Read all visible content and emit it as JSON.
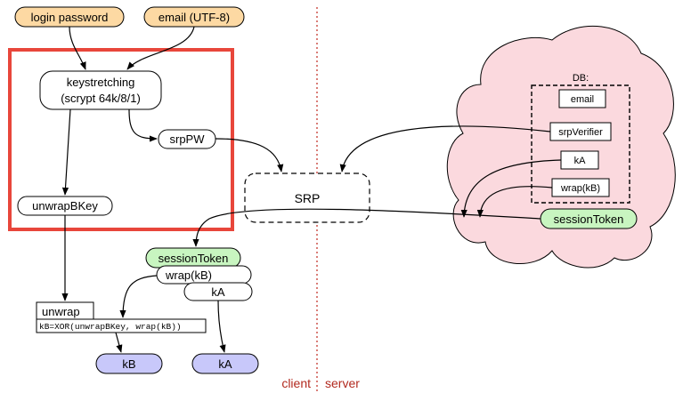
{
  "inputs": {
    "login_password": "login password",
    "email_utf8": "email (UTF-8)"
  },
  "client": {
    "keystretching_line1": "keystretching",
    "keystretching_line2": "(scrypt 64k/8/1)",
    "srp_pw": "srpPW",
    "unwrap_bkey": "unwrapBKey",
    "session_token": "sessionToken",
    "wrap_kb": "wrap(kB)",
    "ka": "kA",
    "unwrap_title": "unwrap",
    "unwrap_formula": "kB=XOR(unwrapBKey, wrap(kB))",
    "kb_out": "kB",
    "ka_out": "kA"
  },
  "protocol": {
    "srp": "SRP"
  },
  "server": {
    "db_label": "DB:",
    "db_fields": [
      "email",
      "srpVerifier",
      "kA",
      "wrap(kB)"
    ],
    "session_token": "sessionToken"
  },
  "divider": {
    "client_label": "client",
    "server_label": "server"
  },
  "colors": {
    "input_fill": "#fdd9a3",
    "token_fill": "#c8f5c0",
    "output_fill": "#c8c8fa",
    "cloud_fill": "#fbd9de",
    "highlight": "#e8463b",
    "divider": "#c0281e"
  }
}
